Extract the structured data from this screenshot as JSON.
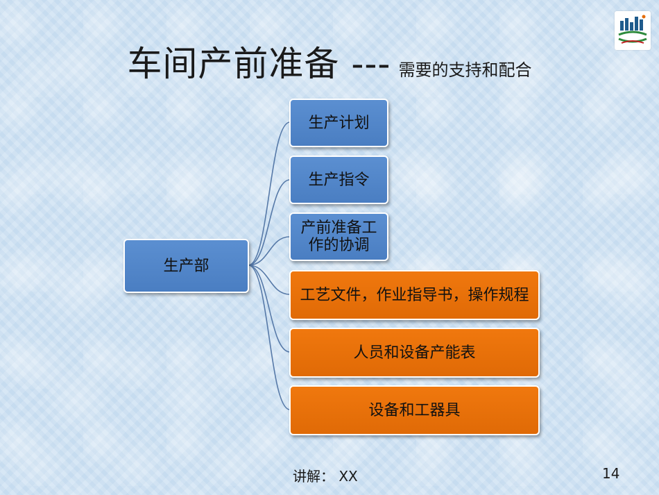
{
  "title": {
    "main": "车间产前准备 ---",
    "sub": "需要的支持和配合"
  },
  "root": {
    "label": "生产部"
  },
  "items": [
    {
      "label": "生产计划",
      "color": "#4f81bd"
    },
    {
      "label": "生产指令",
      "color": "#4f81bd"
    },
    {
      "label": "产前准备工作的协调",
      "color": "#4f81bd"
    },
    {
      "label": "工艺文件，作业指导书，操作规程",
      "color": "#e46c0a"
    },
    {
      "label": "人员和设备产能表",
      "color": "#e46c0a"
    },
    {
      "label": "设备和工器具",
      "color": "#e46c0a"
    }
  ],
  "footer": {
    "presenter": "讲解： XX",
    "page_number": "14"
  }
}
